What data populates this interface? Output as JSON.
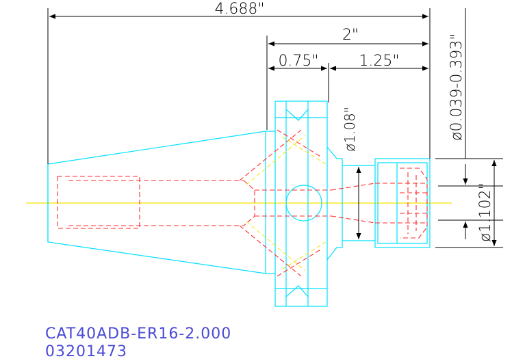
{
  "dimensions": {
    "overall_length": "4.688\"",
    "gauge_length": "2\"",
    "flange_length": "0.75\"",
    "nose_length": "1.25\"",
    "flange_diameter": "ø1.08\"",
    "clamping_range": "ø0.039-0.393\"",
    "nut_diameter": "ø1.102\""
  },
  "title_block": {
    "part_number": "CAT40ADB-ER16-2.000",
    "item_code": "03201473"
  },
  "colors": {
    "outline": "#00e0ff",
    "hidden_lines": "#ff2a2a",
    "centerline": "#f5e400",
    "dimensions": "#000000",
    "title_text": "#4a4ad8"
  }
}
